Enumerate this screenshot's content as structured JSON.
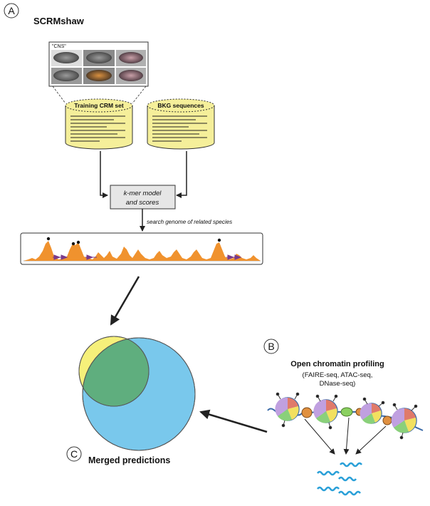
{
  "panels": {
    "a": {
      "letter": "A",
      "title": "SCRMshaw"
    },
    "b": {
      "letter": "B",
      "title": "Open chromatin profiling",
      "methods_line1": "(FAIRE-seq, ATAC-seq,",
      "methods_line2": "DNase-seq)"
    },
    "c": {
      "letter": "C",
      "title": "Merged predictions"
    }
  },
  "image_grid": {
    "label": "\"CNS\""
  },
  "databases": {
    "training": "Training CRM set",
    "background": "BKG sequences"
  },
  "model_box": {
    "line1": "k-mer model",
    "line2": "and scores"
  },
  "search_label": "search genome of related species",
  "colors": {
    "db_fill": "#f5ef9a",
    "peak": "#f0922e",
    "gene": "#7a3a8a",
    "venn_yellow": "#f6f07a",
    "venn_blue": "#79c8ec",
    "venn_overlap": "#5fae7e",
    "dna": "#2aa0d8"
  }
}
